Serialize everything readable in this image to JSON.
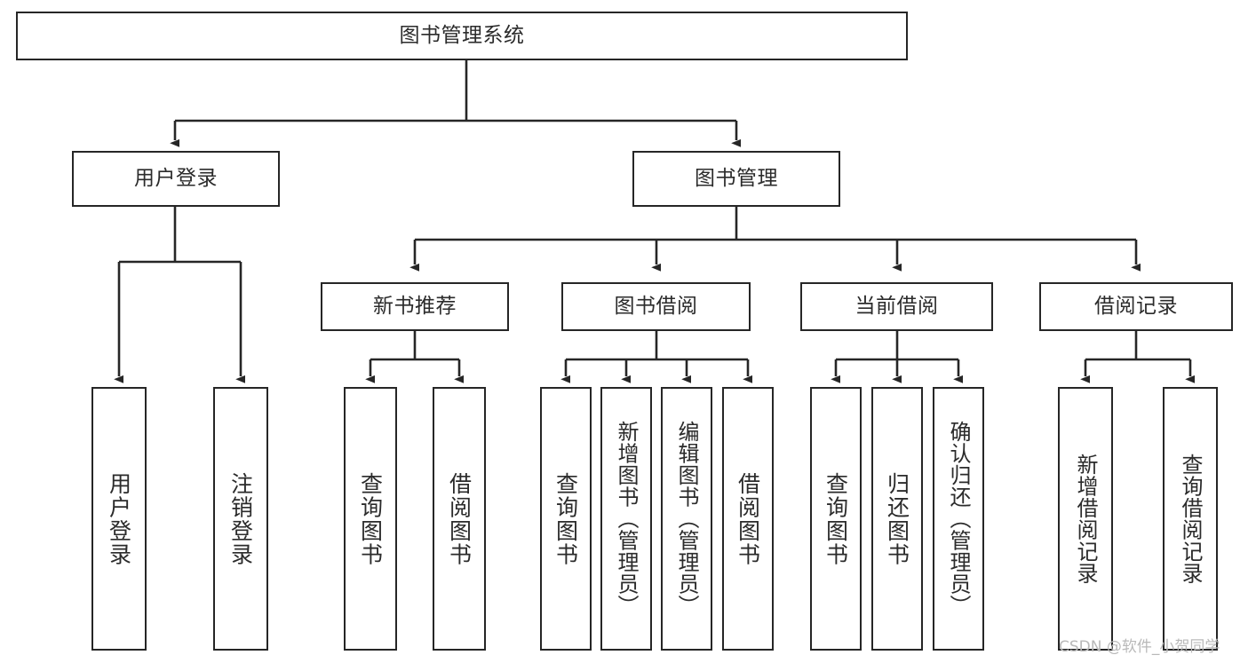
{
  "diagram": {
    "title": "图书管理系统",
    "type": "tree-hierarchy-chart",
    "root": {
      "label": "图书管理系统"
    },
    "level2": [
      {
        "label": "用户登录"
      },
      {
        "label": "图书管理"
      }
    ],
    "level3": [
      {
        "label": "新书推荐"
      },
      {
        "label": "图书借阅"
      },
      {
        "label": "当前借阅"
      },
      {
        "label": "借阅记录"
      }
    ],
    "leaves": {
      "user_login": [
        {
          "label": "用户登录"
        },
        {
          "label": "注销登录"
        }
      ],
      "new_book": [
        {
          "label": "查询图书"
        },
        {
          "label": "借阅图书"
        }
      ],
      "borrow_book": [
        {
          "label": "查询图书"
        },
        {
          "label": "新增图书（管理员）"
        },
        {
          "label": "编辑图书（管理员）"
        },
        {
          "label": "借阅图书"
        }
      ],
      "current_borrow": [
        {
          "label": "查询图书"
        },
        {
          "label": "归还图书"
        },
        {
          "label": "确认归还（管理员）"
        }
      ],
      "borrow_record": [
        {
          "label": "新增借阅记录"
        },
        {
          "label": "查询借阅记录"
        }
      ]
    }
  },
  "watermark": {
    "text": "CSDN @软件_小贺同学"
  },
  "colors": {
    "box_border": "#262626",
    "box_fill": "#ffffff",
    "text": "#2b2b2b",
    "connector": "#262626",
    "watermark": "#b9b9b9",
    "background": "#ffffff"
  }
}
